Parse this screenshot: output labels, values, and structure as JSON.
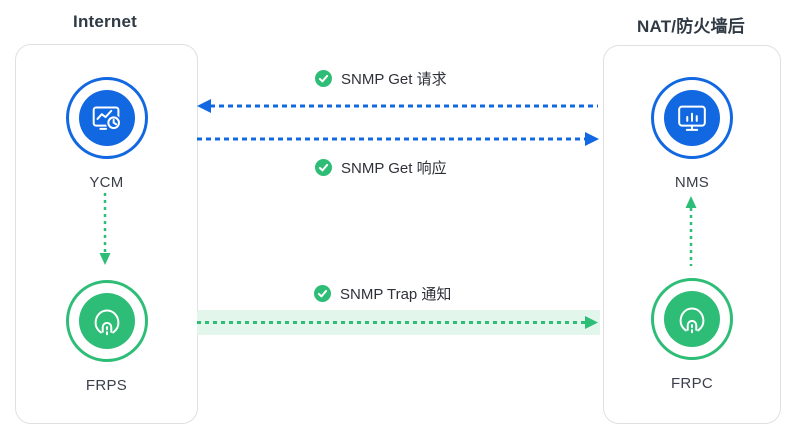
{
  "titles": {
    "left": "Internet",
    "right": "NAT/防火墙后"
  },
  "panels": {
    "left": {
      "nodes": [
        {
          "id": "ycm",
          "label": "YCM",
          "icon": "monitor-chart-icon",
          "color": "#1268E1"
        },
        {
          "id": "frps",
          "label": "FRPS",
          "icon": "tunnel-proxy-icon",
          "color": "#2EBD77"
        }
      ]
    },
    "right": {
      "nodes": [
        {
          "id": "nms",
          "label": "NMS",
          "icon": "monitor-bars-icon",
          "color": "#1268E1"
        },
        {
          "id": "frpc",
          "label": "FRPC",
          "icon": "tunnel-proxy-icon",
          "color": "#2EBD77"
        }
      ]
    }
  },
  "flows": [
    {
      "label": "SNMP Get 请求",
      "direction": "right-to-left",
      "style": "blue-dashed",
      "status_icon": "check-circle-icon"
    },
    {
      "label": "SNMP Get 响应",
      "direction": "left-to-right",
      "style": "blue-dashed",
      "status_icon": "check-circle-icon"
    },
    {
      "label": "SNMP Trap 通知",
      "direction": "left-to-right",
      "style": "green-dashed-highlight",
      "status_icon": "check-circle-icon"
    }
  ],
  "internal_links": [
    {
      "from": "YCM",
      "to": "FRPS",
      "direction": "down",
      "style": "green-dotted"
    },
    {
      "from": "FRPC",
      "to": "NMS",
      "direction": "up",
      "style": "green-dotted"
    }
  ],
  "colors": {
    "blue": "#1268E1",
    "green": "#2EBD77",
    "green_band": "#E2F6EB",
    "panel_border": "#E0E0E4",
    "heading_text": "#2F3A44",
    "label_text": "#3B3F49"
  }
}
